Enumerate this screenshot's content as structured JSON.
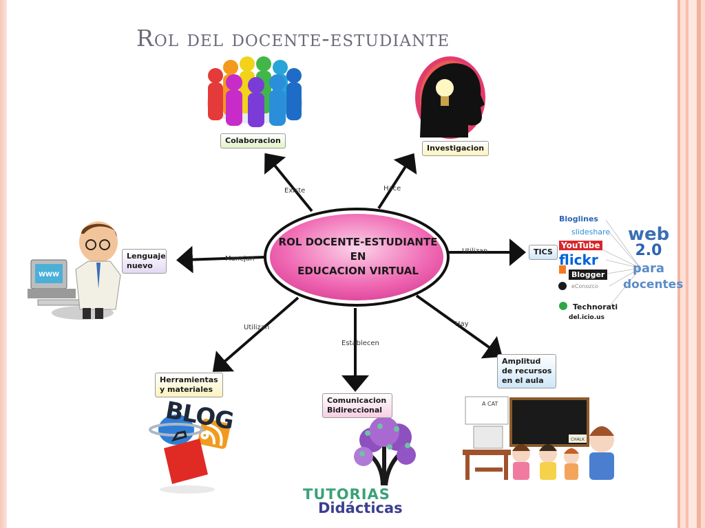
{
  "slide": {
    "title": "Rol del docente-estudiante"
  },
  "center_node": {
    "line1": "ROL DOCENTE-ESTUDIANTE",
    "line2": "EN",
    "line3": "EDUCACION VIRTUAL",
    "fill_color": "#f06ab4"
  },
  "branches": [
    {
      "link": "Existe",
      "node": "Colaboracion",
      "icon": "people-circle-icon"
    },
    {
      "link": "Hace",
      "node": "Investigacion",
      "icon": "head-lightbulb-icon"
    },
    {
      "link": "Manejan",
      "node_line1": "Lenguaje",
      "node_line2": "nuevo",
      "icon": "teacher-computer-icon"
    },
    {
      "link": "Utilizan",
      "node": "TICS",
      "icon": "web20-logos-icon"
    },
    {
      "link": "Utilizan",
      "node_line1": "Herramientas",
      "node_line2": "y materiales",
      "icon": "blog-toolbox-icon"
    },
    {
      "link": "Establecen",
      "node_line1": "Comunicacion",
      "node_line2": "Bidireccional",
      "icon": "tree-icon"
    },
    {
      "link": "Hay",
      "node_line1": "Amplitud",
      "node_line2": "de recursos",
      "node_line3": "en el aula",
      "icon": "classroom-icon"
    }
  ],
  "tics_image": {
    "services": [
      "Bloglines",
      "slideshare",
      "YouTube",
      "flickr",
      "Blogger",
      "eConozco",
      "Technorati",
      "del.icio.us"
    ],
    "web_line1": "web",
    "web_line2": "2.0",
    "web_line3": "para",
    "web_line4": "docentes"
  },
  "blog_image": {
    "word": "BLOG"
  },
  "tutorias_image": {
    "line1": "TUTORIAS",
    "line2": "Didácticas"
  },
  "classroom_image": {
    "board_label": "CHALK",
    "sign": "A CAT"
  },
  "computer_image": {
    "screen_text": "WWW"
  }
}
